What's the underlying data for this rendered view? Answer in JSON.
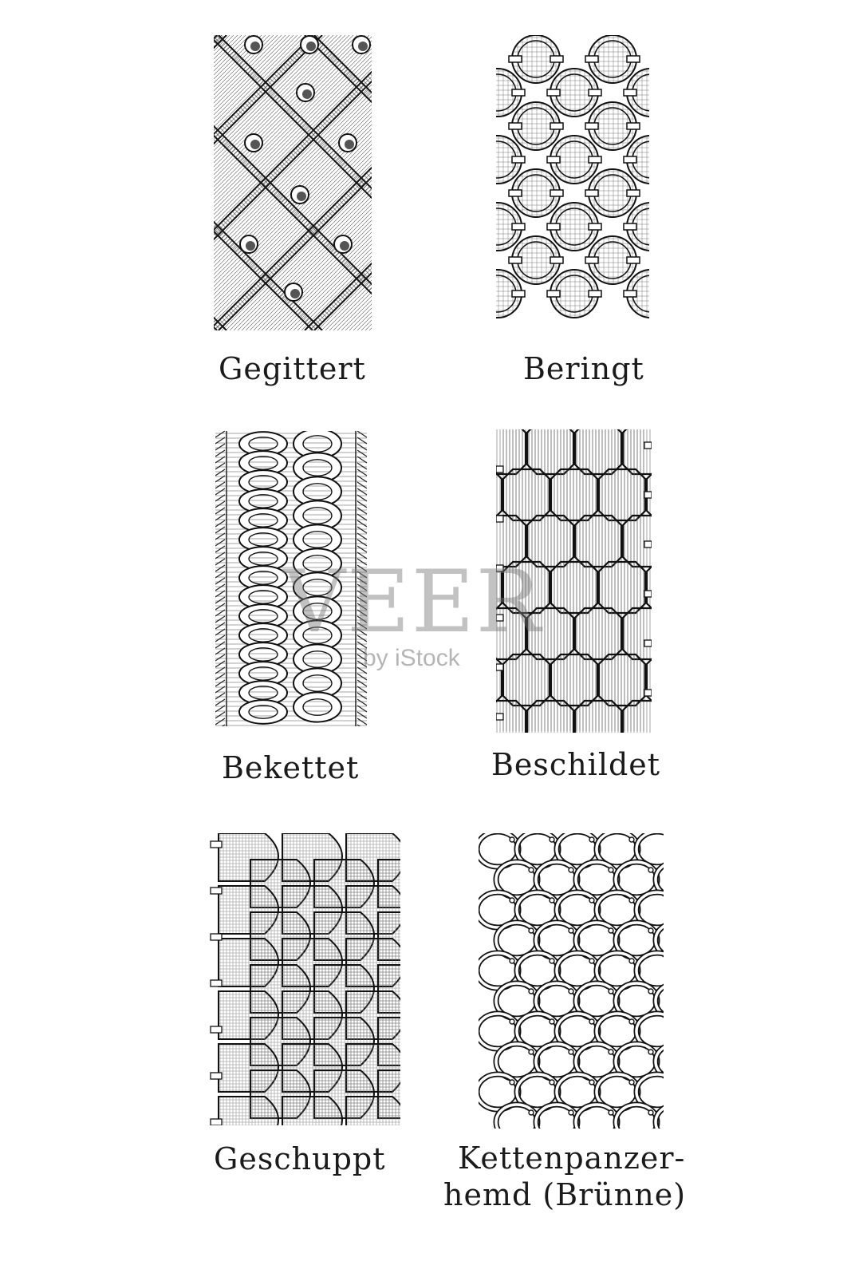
{
  "panels": [
    {
      "id": "gegittert",
      "label": "Gegittert"
    },
    {
      "id": "beringt",
      "label": "Beringt"
    },
    {
      "id": "bekettet",
      "label": "Bekettet"
    },
    {
      "id": "beschildet",
      "label": "Beschildet"
    },
    {
      "id": "geschuppt",
      "label": "Geschuppt"
    },
    {
      "id": "kettenpanzer",
      "label_line1": "Kettenpanzer-",
      "label_line2": "hemd (Brünne)"
    }
  ],
  "watermark": {
    "main": "VEER",
    "sub": "by iStock"
  }
}
